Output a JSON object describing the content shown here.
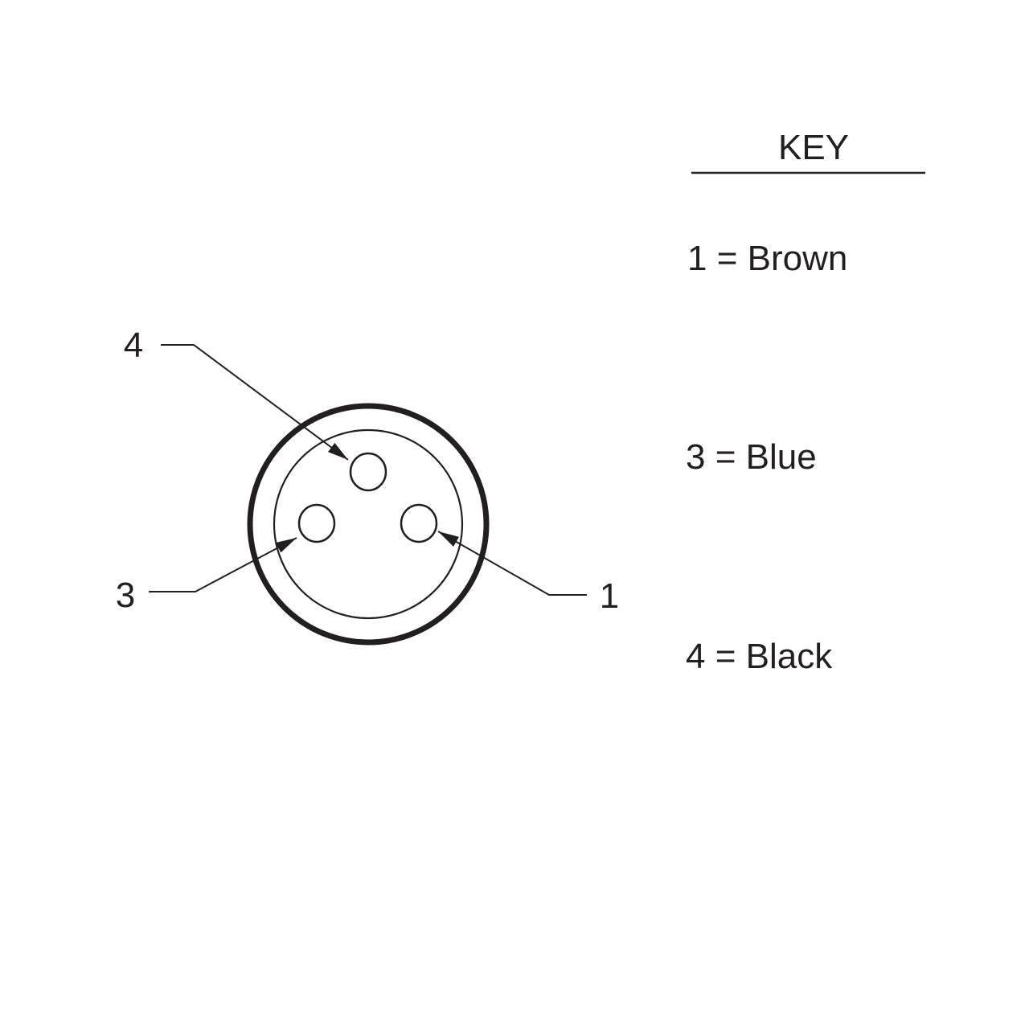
{
  "pin_labels": {
    "pin4": "4",
    "pin3": "3",
    "pin1": "1"
  },
  "key": {
    "title": "KEY",
    "items": [
      {
        "text": "1 = Brown"
      },
      {
        "text": "3 = Blue"
      },
      {
        "text": "4 = Black"
      }
    ]
  },
  "colors": {
    "ink": "#231f20",
    "background": "#ffffff"
  }
}
